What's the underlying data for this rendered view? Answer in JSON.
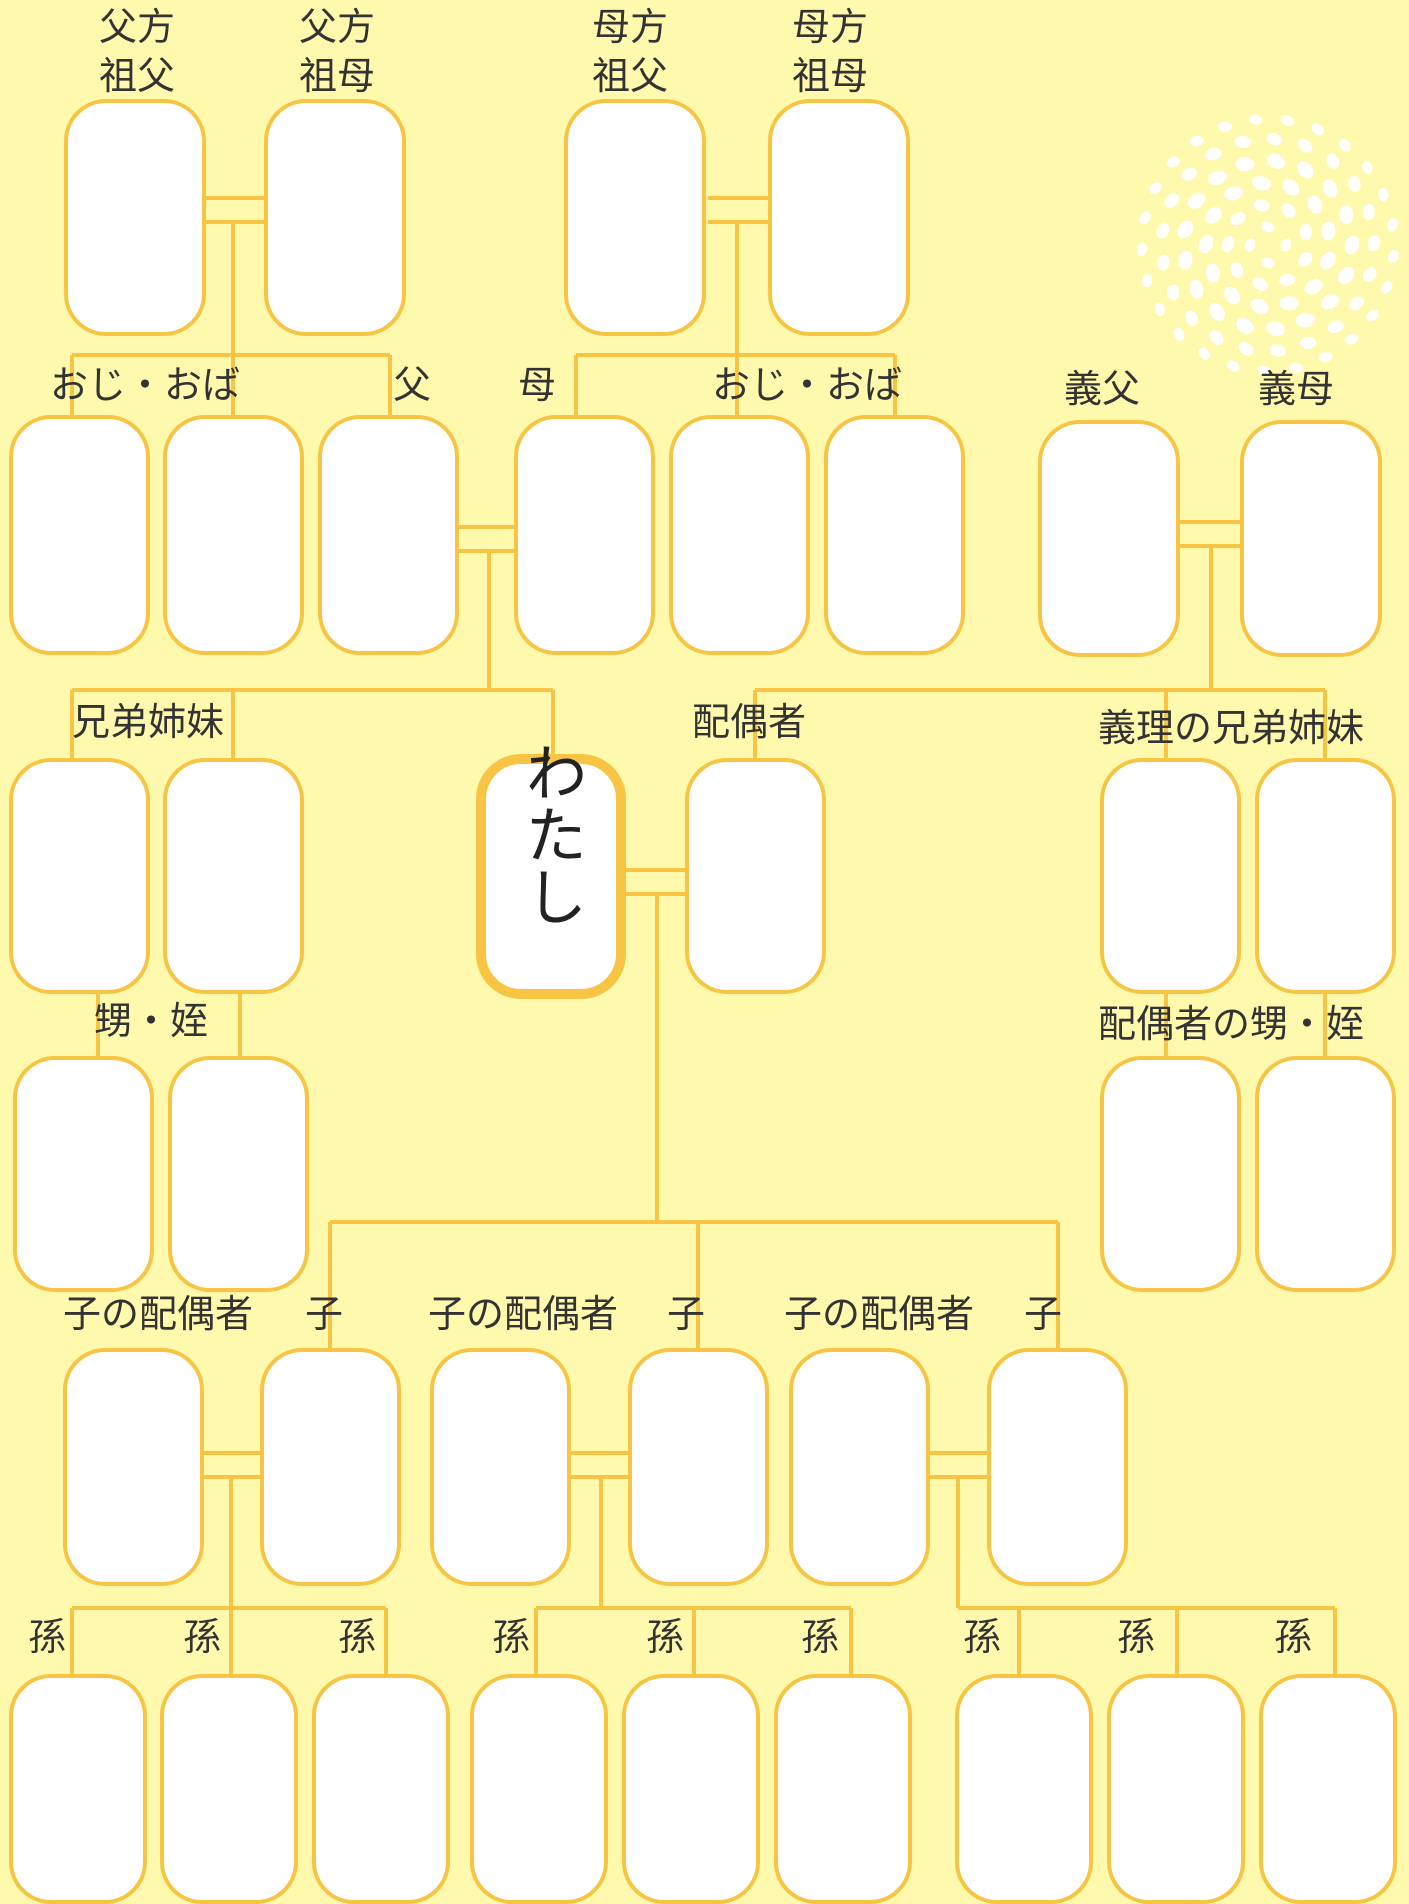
{
  "colors": {
    "background": "#fff9ad",
    "accent": "#f7c444",
    "box_fill": "#ffffff",
    "text": "#333333"
  },
  "decoration": {
    "icon": "dotted-sun-icon"
  },
  "grandparents": {
    "paternal_grandfather": [
      "父方",
      "祖父"
    ],
    "paternal_grandmother": [
      "父方",
      "祖母"
    ],
    "maternal_grandfather": [
      "母方",
      "祖父"
    ],
    "maternal_grandmother": [
      "母方",
      "祖母"
    ]
  },
  "parents_row": {
    "paternal_aunt_uncle": "おじ・おば",
    "father": "父",
    "mother": "母",
    "maternal_aunt_uncle": "おじ・おば",
    "father_in_law": "義父",
    "mother_in_law": "義母"
  },
  "middle_row": {
    "siblings": "兄弟姉妹",
    "self": "わたし",
    "spouse": "配偶者",
    "siblings_in_law": "義理の兄弟姉妹"
  },
  "nephew_row": {
    "nephew_niece": "甥・姪",
    "spouse_nephew_niece": "配偶者の甥・姪"
  },
  "children_row": {
    "child_spouse": "子の配偶者",
    "child": "子"
  },
  "grandchildren_row": {
    "grandchild": "孫"
  }
}
